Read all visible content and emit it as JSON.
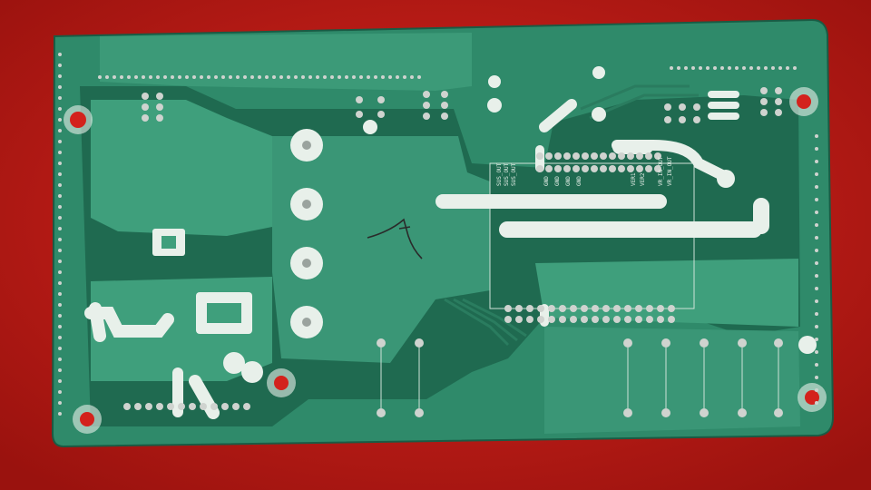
{
  "scene": {
    "subject": "printed circuit board, solder side",
    "colors": {
      "background": "#c81e1a",
      "background_dark": "#8e0f0c",
      "board": "#2f8a6a",
      "board_dark": "#1f6a50",
      "copper_fill": "#3f9f7c",
      "silk": "#e8f0ea",
      "solder": "#cfd3cf",
      "mount_red": "#d3221c"
    }
  },
  "silkscreen": {
    "labels_a": [
      "VR_IN_OUT",
      "VR_IN_OUT"
    ],
    "labels_b": [
      "SUS_OUT",
      "SUS_OUT",
      "SUS_OUT"
    ],
    "labels_c": [
      "VER1",
      "VER2",
      "GND",
      "GND",
      "GND",
      "GND"
    ]
  }
}
